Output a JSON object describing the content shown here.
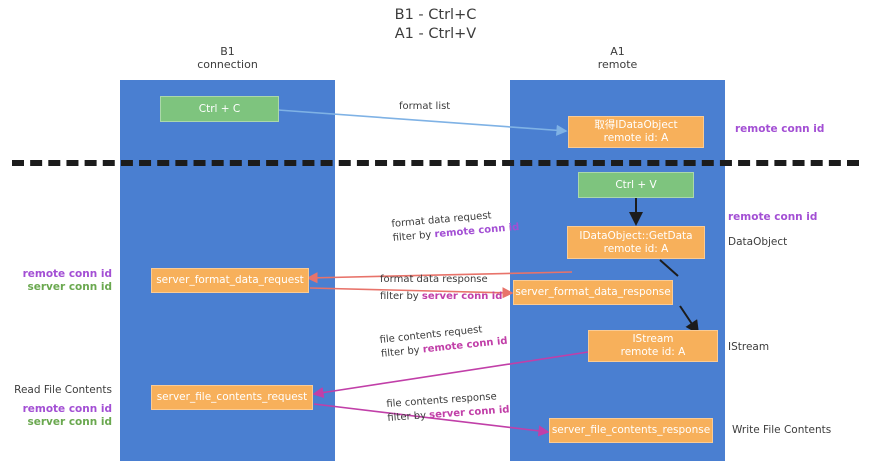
{
  "title": "B1 - Ctrl+C\nA1 - Ctrl+V",
  "lanes": {
    "left": {
      "head": "B1\nconnection"
    },
    "right": {
      "head": "A1\nremote"
    }
  },
  "nodes": {
    "ctrl_c": {
      "line1": "Ctrl + C",
      "line2": ""
    },
    "get_idataobject": {
      "line1": "取得IDataObject",
      "line2": "remote id: A"
    },
    "ctrl_v": {
      "line1": "Ctrl + V",
      "line2": ""
    },
    "idataobject_getdata": {
      "line1": "IDataObject::GetData",
      "line2": "remote id: A"
    },
    "server_format_data_request": {
      "line1": "server_format_data_request",
      "line2": ""
    },
    "server_format_data_response": {
      "line1": "server_format_data_response",
      "line2": ""
    },
    "istream": {
      "line1": "IStream",
      "line2": "remote id: A"
    },
    "server_file_contents_request": {
      "line1": "server_file_contents_request",
      "line2": ""
    },
    "server_file_contents_response": {
      "line1": "server_file_contents_response",
      "line2": ""
    }
  },
  "edges": {
    "format_list": {
      "top": "format list",
      "bottom": ""
    },
    "format_data_request": {
      "top": "format data request",
      "bottom_prefix": "filter by ",
      "bottom_key": "remote conn id"
    },
    "format_data_response": {
      "top": "format data response",
      "bottom_prefix": "filter by ",
      "bottom_key": "server conn id"
    },
    "file_contents_request": {
      "top": "file contents request",
      "bottom_prefix": "filter by ",
      "bottom_key": "remote conn id"
    },
    "file_contents_response": {
      "top": "file contents response",
      "bottom_prefix": "filter by ",
      "bottom_key": "server conn id"
    }
  },
  "side_labels": {
    "right_remote_conn_id_top": "remote conn id",
    "right_remote_conn_id_middle": "remote conn id",
    "right_dataobject": "DataObject",
    "right_istream": "IStream",
    "right_write_file_contents": "Write File Contents",
    "left_remote_conn_id_1": "remote conn id",
    "left_server_conn_id_1": "server conn id",
    "left_read_file_contents": "Read File Contents",
    "left_remote_conn_id_2": "remote conn id",
    "left_server_conn_id_2": "server conn id"
  },
  "colors": {
    "lane": "#4a7fd1",
    "green_node": "#7ec47e",
    "orange_node": "#f7b05b",
    "arrow_blue": "#7fb2e5",
    "arrow_red": "#e8736a",
    "arrow_magenta": "#c13fa8",
    "arrow_black": "#1c1c1c",
    "purple_text": "#a34fd4",
    "green_text": "#6aa84f"
  }
}
